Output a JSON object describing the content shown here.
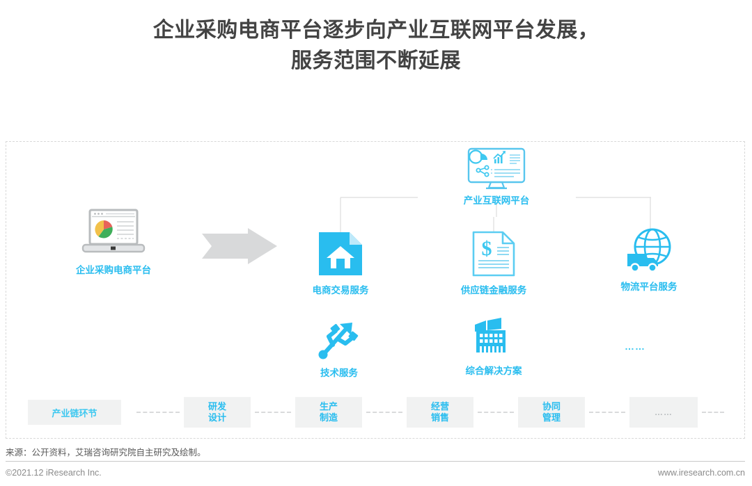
{
  "title": {
    "line1": "企业采购电商平台逐步向产业互联网平台发展，",
    "line2": "服务范围不断延展"
  },
  "colors": {
    "cyan": "#29bdef",
    "cyan_light": "#3ec8f0",
    "title_gray": "#434343",
    "box_gray": "#f1f2f2",
    "line_gray": "#d9dadb",
    "arrow_gray": "#d8d9da"
  },
  "diagram": {
    "source_node": {
      "label": "企业采购电商平台",
      "icon": "laptop-dashboard-icon"
    },
    "transition_arrow": {
      "icon": "right-arrow-icon"
    },
    "platform_node": {
      "label": "产业互联网平台",
      "icon": "monitor-analytics-icon"
    },
    "services_row1": [
      {
        "label": "电商交易服务",
        "icon": "document-store-icon"
      },
      {
        "label": "供应链金融服务",
        "icon": "document-dollar-icon"
      },
      {
        "label": "物流平台服务",
        "icon": "globe-truck-icon"
      }
    ],
    "services_row2": [
      {
        "label": "技术服务",
        "icon": "usb-tech-icon"
      },
      {
        "label": "综合解决方案",
        "icon": "factory-icon"
      },
      {
        "label": "……",
        "icon": "ellipsis-icon"
      }
    ]
  },
  "value_chain": {
    "label": "产业链环节",
    "items": [
      {
        "line1": "研发",
        "line2": "设计"
      },
      {
        "line1": "生产",
        "line2": "制造"
      },
      {
        "line1": "经营",
        "line2": "销售"
      },
      {
        "line1": "协同",
        "line2": "管理"
      },
      {
        "line1": "……",
        "line2": ""
      }
    ]
  },
  "footer": {
    "source": "来源：公开资料，艾瑞咨询研究院自主研究及绘制。",
    "copyright": "©2021.12 iResearch Inc.",
    "website": "www.iresearch.com.cn"
  }
}
